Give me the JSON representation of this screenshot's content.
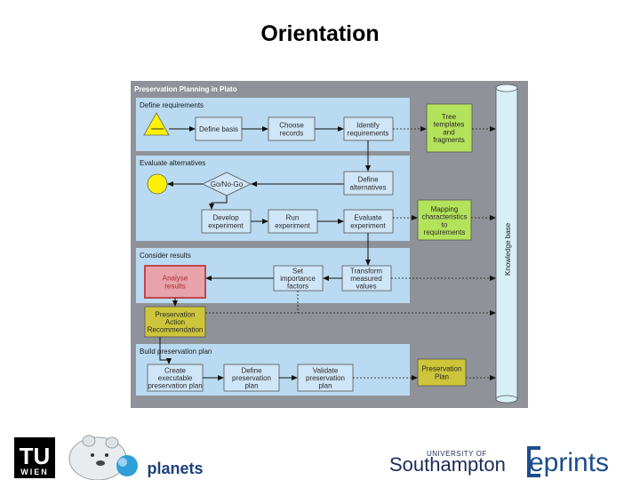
{
  "slide": {
    "title": "Orientation"
  },
  "diagram": {
    "title": "Preservation Planning in Plato",
    "knowledge_base": "Knowledge base",
    "sections": {
      "define_requirements": "Define requirements",
      "evaluate_alternatives": "Evaluate alternatives",
      "consider_results": "Consider results",
      "build_plan": "Build preservation plan"
    },
    "nodes": {
      "define_basis": [
        "Define basis"
      ],
      "choose_records": [
        "Choose",
        "records"
      ],
      "identify_requirements": [
        "Identify",
        "requirements"
      ],
      "tree_templates": [
        "Tree",
        "templates",
        "and",
        "fragments"
      ],
      "go_no_go": [
        "Go/No-Go"
      ],
      "define_alternatives": [
        "Define",
        "alternatives"
      ],
      "develop_experiment": [
        "Develop",
        "experiment"
      ],
      "run_experiment": [
        "Run",
        "experiment"
      ],
      "evaluate_experiment": [
        "Evaluate",
        "experiment"
      ],
      "mapping": [
        "Mapping",
        "characteristics",
        "to",
        "requirements"
      ],
      "analyse_results": [
        "Analyse",
        "results"
      ],
      "set_importance": [
        "Set",
        "importance",
        "factors"
      ],
      "transform_values": [
        "Transform",
        "measured",
        "values"
      ],
      "recommendation": [
        "Preservation",
        "Action",
        "Recommendation"
      ],
      "create_plan": [
        "Create",
        "executable",
        "preservation plan"
      ],
      "define_plan": [
        "Define",
        "preservation",
        "plan"
      ],
      "validate_plan": [
        "Validate",
        "preservation",
        "plan"
      ],
      "preservation_plan": [
        "Preservation",
        "Plan"
      ]
    }
  },
  "logos": {
    "tu": "TU",
    "wien": "WIEN",
    "planets": "planets",
    "university_of": "UNIVERSITY OF",
    "southampton": "Southampton",
    "eprints": "eprints"
  },
  "colors": {
    "section_fill": "#b9daf0",
    "box_fill": "#cfe6f8",
    "green_fill": "#b3e35b",
    "olive_fill": "#cdc53a",
    "red_fill": "#e7a3a9",
    "kb_fill": "#d7f0f6",
    "yellow": "#fff200"
  }
}
